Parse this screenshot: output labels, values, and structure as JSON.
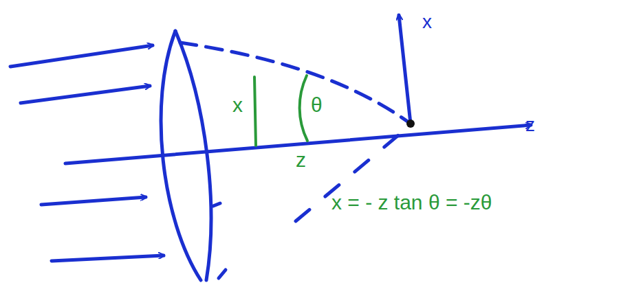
{
  "diagram": {
    "labels": [
      "x",
      "θ",
      "z",
      "x",
      "z",
      "x = - z tan θ = -zθ"
    ]
  }
}
